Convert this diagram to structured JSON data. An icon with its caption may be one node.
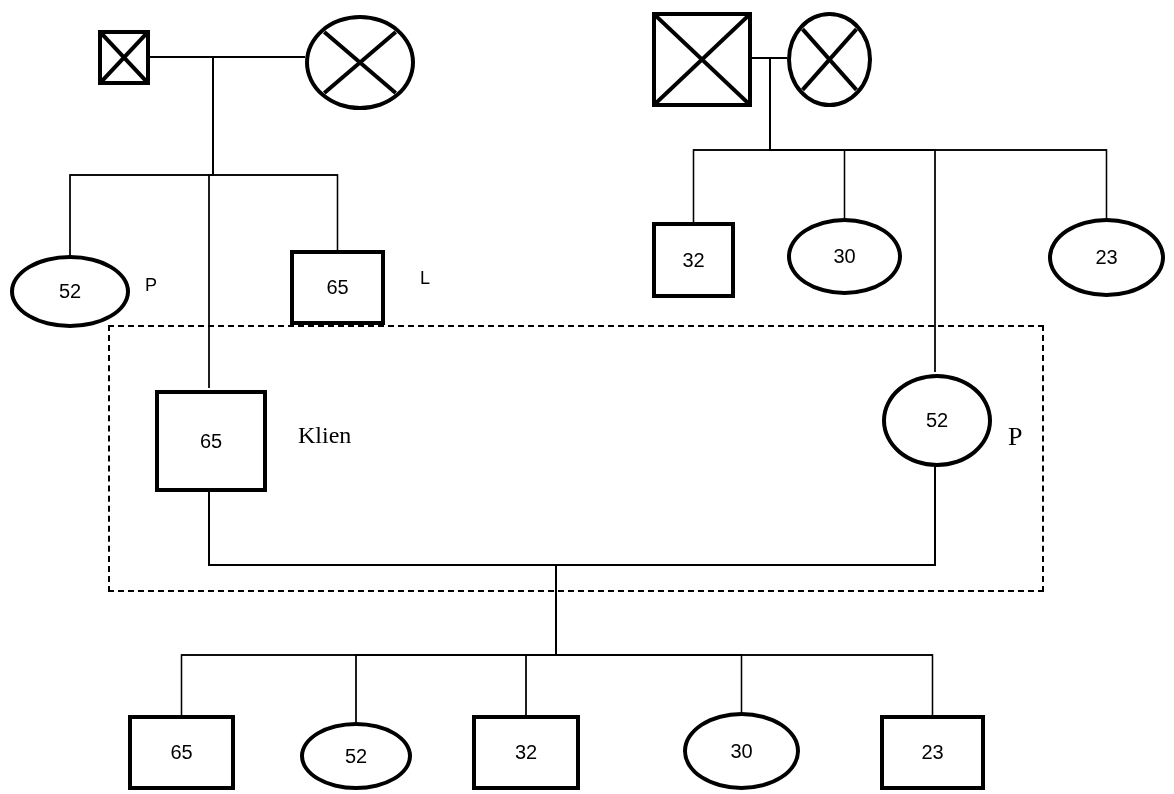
{
  "diagram": {
    "nodes": [
      {
        "text": [],
        "shape": "box"
      },
      {
        "text": [],
        "shape": "circle"
      },
      {
        "text": [],
        "shape": "box"
      },
      {
        "text": [],
        "shape": "circle"
      },
      {
        "text": [
          "52"
        ],
        "beside": [
          "P"
        ]
      },
      {
        "text": [
          "65"
        ],
        "beside": [
          "L"
        ]
      },
      {
        "text": [
          "32"
        ]
      },
      {
        "text": [
          "30"
        ]
      },
      {
        "text": [
          "23"
        ]
      },
      {
        "text": [],
        "shape": "box"
      },
      {
        "text": [
          "65"
        ],
        "beside": [
          "Klien"
        ],
        "in": 9
      },
      {
        "text": [
          "52"
        ],
        "beside": [
          "P"
        ],
        "in": 9
      },
      {
        "text": [
          "65"
        ]
      },
      {
        "text": [
          "52"
        ]
      },
      {
        "text": [
          "32"
        ]
      },
      {
        "text": [
          "30"
        ]
      },
      {
        "text": [
          "23"
        ]
      }
    ],
    "edges": [
      {
        "from": 0,
        "to": 1,
        "arrow": "none"
      },
      {
        "from": 0,
        "to": 4,
        "arrow": "none"
      },
      {
        "from": 1,
        "to": 4,
        "arrow": "none"
      },
      {
        "from": 0,
        "to": 5,
        "arrow": "none"
      },
      {
        "from": 1,
        "to": 5,
        "arrow": "none"
      },
      {
        "from": 0,
        "to": 10,
        "arrow": "none"
      },
      {
        "from": 1,
        "to": 10,
        "arrow": "none"
      },
      {
        "from": 2,
        "to": 3,
        "arrow": "none"
      },
      {
        "from": 2,
        "to": 6,
        "arrow": "none"
      },
      {
        "from": 3,
        "to": 6,
        "arrow": "none"
      },
      {
        "from": 2,
        "to": 7,
        "arrow": "none"
      },
      {
        "from": 3,
        "to": 7,
        "arrow": "none"
      },
      {
        "from": 2,
        "to": 11,
        "arrow": "none"
      },
      {
        "from": 3,
        "to": 11,
        "arrow": "none"
      },
      {
        "from": 2,
        "to": 8,
        "arrow": "none"
      },
      {
        "from": 3,
        "to": 8,
        "arrow": "none"
      },
      {
        "from": 10,
        "to": 11,
        "arrow": "none"
      },
      {
        "from": 10,
        "to": 12,
        "arrow": "none"
      },
      {
        "from": 11,
        "to": 12,
        "arrow": "none"
      },
      {
        "from": 10,
        "to": 13,
        "arrow": "none"
      },
      {
        "from": 11,
        "to": 13,
        "arrow": "none"
      },
      {
        "from": 10,
        "to": 14,
        "arrow": "none"
      },
      {
        "from": 11,
        "to": 14,
        "arrow": "none"
      },
      {
        "from": 10,
        "to": 15,
        "arrow": "none"
      },
      {
        "from": 11,
        "to": 15,
        "arrow": "none"
      },
      {
        "from": 10,
        "to": 16,
        "arrow": "none"
      },
      {
        "from": 11,
        "to": 16,
        "arrow": "none"
      }
    ]
  }
}
